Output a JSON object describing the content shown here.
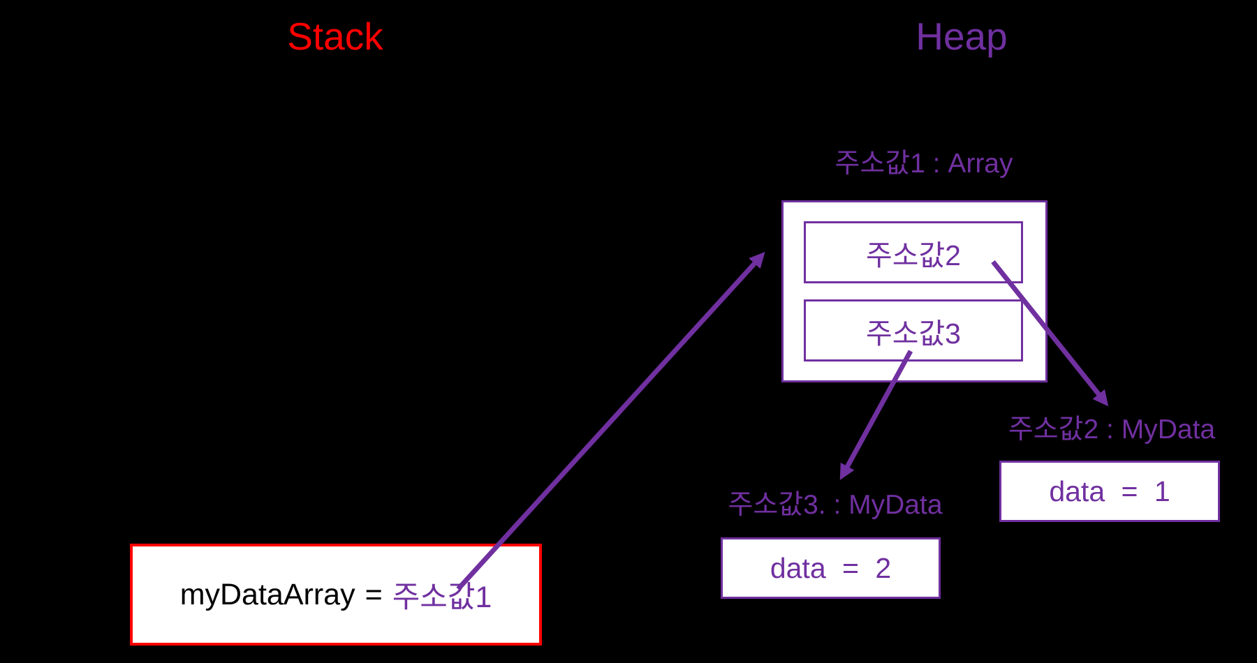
{
  "colors": {
    "canvas_bg": "#000000",
    "stack_red": "#FF0000",
    "heap_purple": "#7030A0",
    "box_fill": "#FFFFFF",
    "variable_text": "#000000"
  },
  "titles": {
    "stack": "Stack",
    "heap": "Heap"
  },
  "heap": {
    "array_object": {
      "label": "주소값1 : Array",
      "slots": [
        "주소값2",
        "주소값3"
      ]
    },
    "mydata1": {
      "label": "주소값2 : MyData",
      "value": "data = 1"
    },
    "mydata2": {
      "label": "주소값3. : MyData",
      "value": "data = 2"
    }
  },
  "stack": {
    "variable": {
      "name": "myDataArray",
      "operator": "=",
      "value": "주소값1"
    }
  }
}
